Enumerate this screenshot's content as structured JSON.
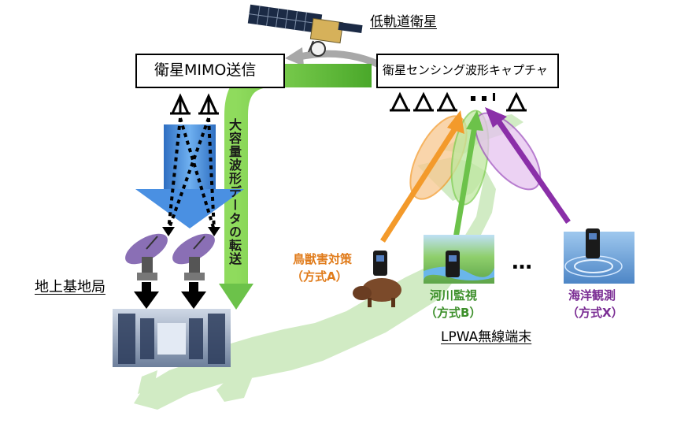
{
  "satellite": {
    "label": "低軌道衛星"
  },
  "left_box": {
    "label": "衛星MIMO送信"
  },
  "right_box": {
    "label": "衛星センシング波形キャプチャ"
  },
  "transfer_arrow": {
    "label": "大容量波形データの転送"
  },
  "ground_station": {
    "label": "地上基地局"
  },
  "terminals": {
    "group_label": "LPWA無線端末",
    "ellipsis": "…",
    "items": [
      {
        "name": "鳥獣害対策",
        "method": "（方式A）",
        "color": "#e07b1a"
      },
      {
        "name": "河川監視",
        "method": "（方式B）",
        "color": "#3c8f2a"
      },
      {
        "name": "海洋観測",
        "method": "（方式X）",
        "color": "#7a2c93"
      }
    ]
  },
  "colors": {
    "map_green": "#cfeac1",
    "green_arrow": "#6cc24a",
    "blue_arrow": "#3f86d8",
    "orange": "#f39a2b",
    "green_beam": "#7fce52",
    "purple": "#a052c0"
  }
}
